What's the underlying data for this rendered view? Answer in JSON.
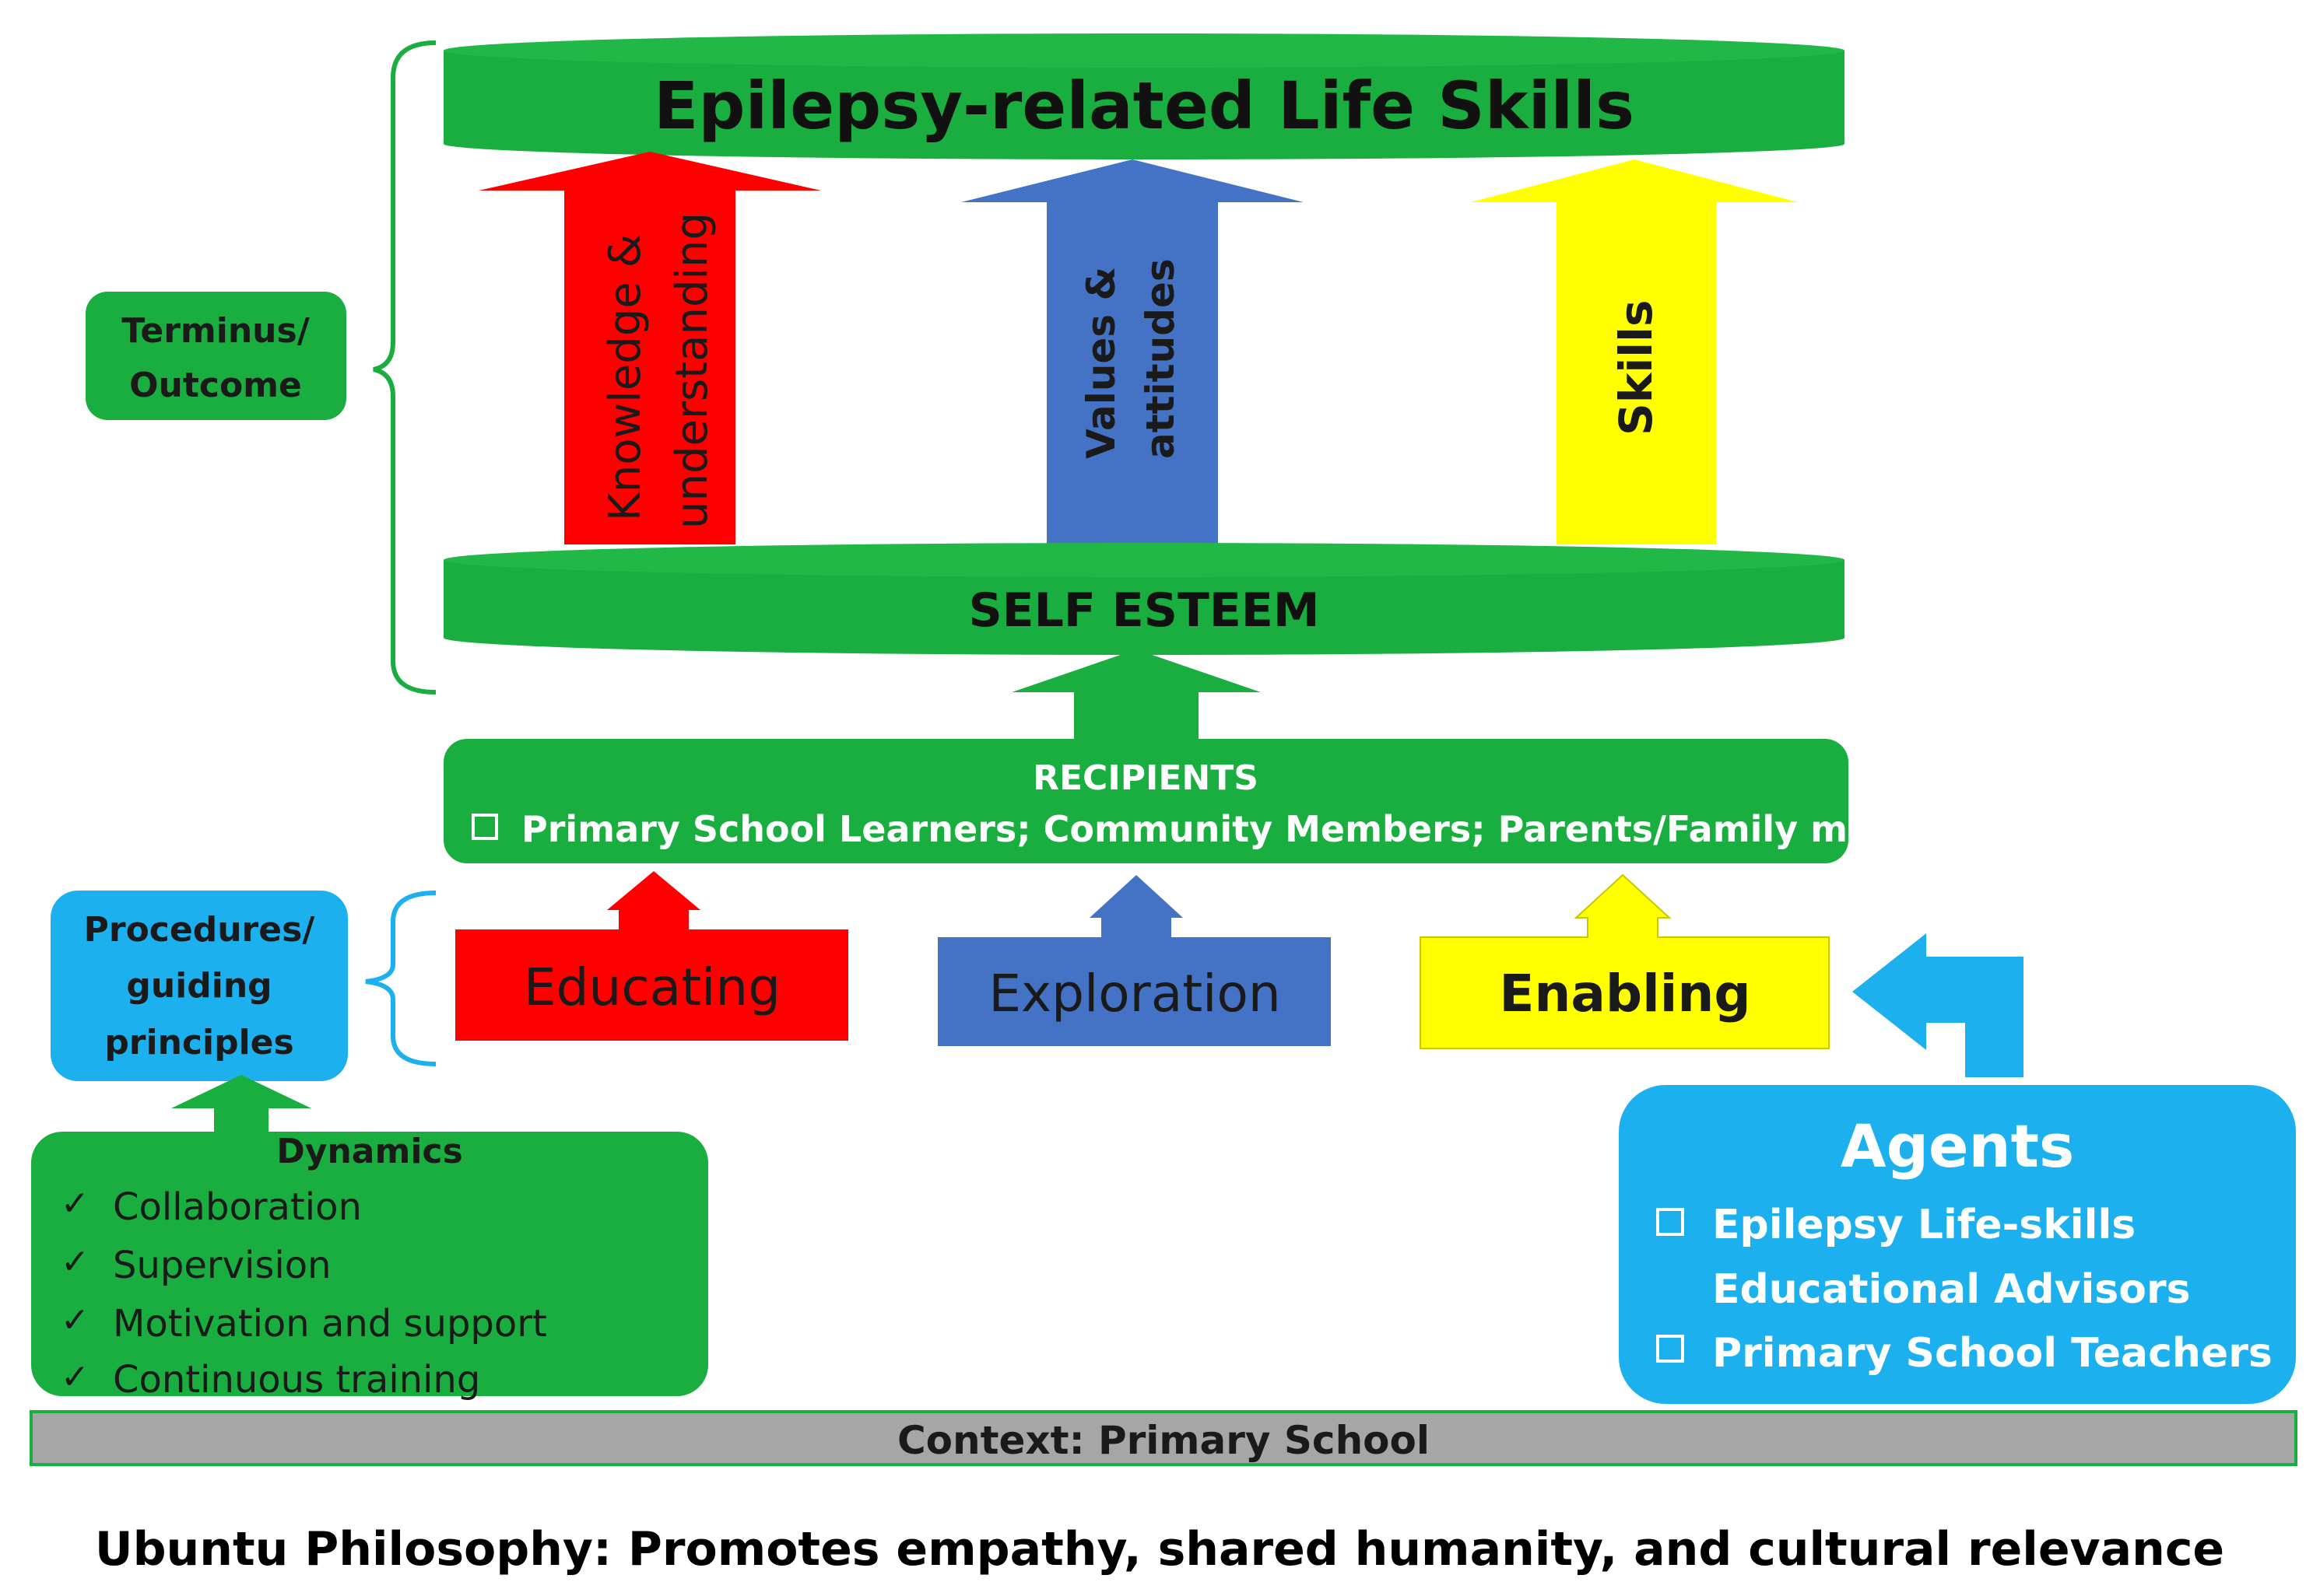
{
  "colors": {
    "green": "#1aad3f",
    "red": "#ff0000",
    "blue": "#4472c4",
    "yellow": "#ffff00",
    "cyan": "#1cb0ee",
    "gray": "#a6a6a6"
  },
  "top_bar": {
    "title": "Epilepsy-related  Life Skills"
  },
  "self_esteem": {
    "label": "SELF ESTEEM"
  },
  "pillars": [
    {
      "line1": "Knowledge &",
      "line2": "understanding"
    },
    {
      "line1": "Values &",
      "line2": "attitudes"
    },
    {
      "line1": "Skills",
      "line2": ""
    }
  ],
  "terminus": {
    "line1": "Terminus/",
    "line2": "Outcome"
  },
  "recipients": {
    "title": "RECIPIENTS",
    "items": "Primary School Learners; Community Members; Parents/Family members"
  },
  "procedures": {
    "line1": "Procedures/",
    "line2": "guiding",
    "line3": "principles"
  },
  "processes": [
    {
      "label": "Educating"
    },
    {
      "label": "Exploration"
    },
    {
      "label": "Enabling"
    }
  ],
  "dynamics": {
    "title": "Dynamics",
    "items": [
      "Collaboration",
      "Supervision",
      "Motivation and support",
      "Continuous training"
    ]
  },
  "agents": {
    "title": "Agents",
    "item1_line1": "Epilepsy Life-skills",
    "item1_line2": "Educational Advisors",
    "item2": "Primary School Teachers"
  },
  "context": {
    "label": "Context: Primary School"
  },
  "caption": {
    "text": "Ubuntu Philosophy: Promotes empathy, shared humanity, and cultural relevance"
  }
}
